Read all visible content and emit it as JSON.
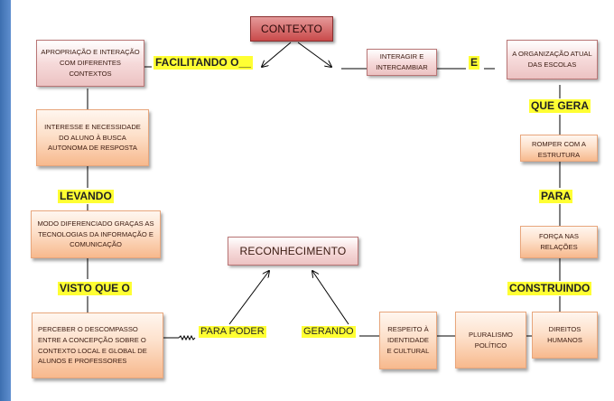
{
  "nodes": {
    "contexto": "CONTEXTO",
    "reconhecimento": "RECONHECIMENTO",
    "apropriacao": "APROPRIAÇÃO E INTERAÇÃO COM DIFERENTES CONTEXTOS",
    "interagir": "INTERAGIR E INTERCAMBIAR",
    "organizacao": "A ORGANIZAÇÃO ATUAL DAS ESCOLAS",
    "interesse": "INTERESSE E NECESSIDADE DO ALUNO À BUSCA AUTONOMA DE RESPOSTA",
    "romper": "ROMPER COM A ESTRUTURA",
    "modo": "MODO DIFERENCIADO GRAÇAS AS TECNOLOGIAS DA INFORMAÇÃO E COMUNICAÇÃO",
    "forca": "FORÇA NAS RELAÇÕES",
    "perceber": "PERCEBER O DESCOMPASSO ENTRE A CONCEPÇÃO SOBRE O CONTEXTO LOCAL E GLOBAL DE ALUNOS E PROFESSORES",
    "respeito": "RESPEITO À IDENTIDADE E CULTURAL",
    "pluralismo": "PLURALISMO POLÍTICO",
    "direitos": "DIREITOS HUMANOS"
  },
  "labels": {
    "facilitando": "FACILITANDO O__",
    "e": "E",
    "que_gera": "QUE GERA",
    "levando": "LEVANDO",
    "para": "PARA",
    "visto_que": "VISTO QUE O",
    "construindo": "CONSTRUINDO",
    "para_poder": "PARA PODER",
    "gerando": "GERANDO"
  }
}
